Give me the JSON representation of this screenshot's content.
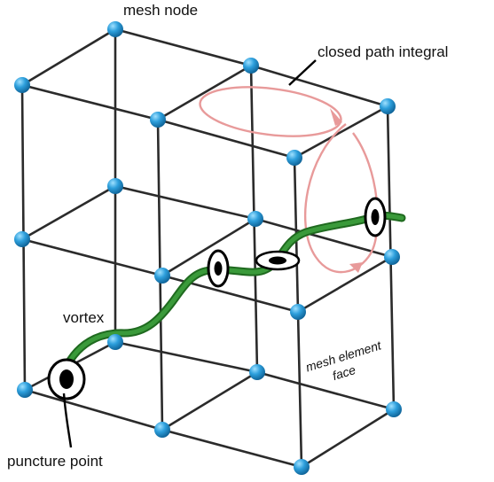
{
  "labels": {
    "mesh_node": "mesh node",
    "closed_path_integral": "closed path integral",
    "vortex": "vortex",
    "puncture_point": "puncture point",
    "mesh_element_face_line1": "mesh element",
    "mesh_element_face_line2": "face"
  },
  "colors": {
    "grid": "#2b2b2b",
    "node": "#1f8fd0",
    "node_highlight": "#9fe0ff",
    "vortex": "#3a9a3a",
    "vortex_dark": "#1f6a1f",
    "loop": "#e89a9a"
  },
  "icons": {
    "node": "sphere-node-icon",
    "puncture": "puncture-point-icon",
    "loop": "circular-arrow-icon"
  }
}
